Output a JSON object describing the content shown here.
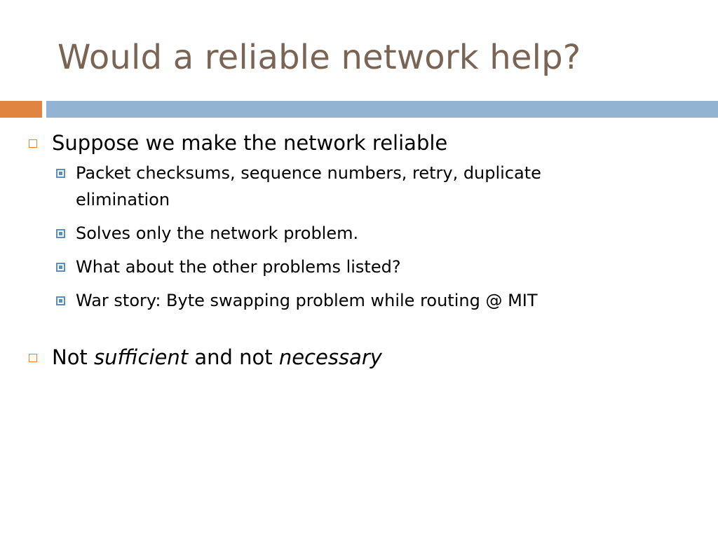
{
  "title": "Would a reliable network help?",
  "colors": {
    "title": "#7a6454",
    "accent_orange": "#e0853f",
    "accent_blue": "#92b4d2",
    "sub_bullet": "#5a8fbf"
  },
  "bullets": [
    {
      "text": "Suppose we make the network reliable",
      "sub": [
        "Packet checksums, sequence numbers, retry, duplicate elimination",
        "Solves only the network problem.",
        "What about the other problems listed?",
        "War story: Byte swapping problem while routing @ MIT"
      ]
    },
    {
      "parts": {
        "p1": "Not ",
        "p2": "sufficient",
        "p3": " and not ",
        "p4": "necessary"
      }
    }
  ]
}
